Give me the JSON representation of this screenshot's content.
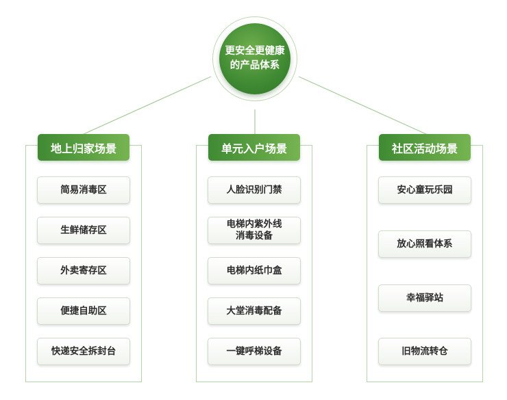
{
  "hub": {
    "line1": "更安全更健康",
    "line2": "的产品体系"
  },
  "columns": [
    {
      "header": "地上归家场景",
      "items": [
        "简易消毒区",
        "生鲜储存区",
        "外卖寄存区",
        "便捷自助区",
        "快递安全拆封台"
      ]
    },
    {
      "header": "单元入户场景",
      "items": [
        "人脸识别门禁",
        "电梯内紫外线\n消毒设备",
        "电梯内纸巾盒",
        "大堂消毒配备",
        "一键呼梯设备"
      ]
    },
    {
      "header": "社区活动场景",
      "items": [
        "安心童玩乐园",
        "放心照看体系",
        "幸福驿站",
        "旧物流转仓"
      ]
    }
  ],
  "colors": {
    "accent": "#3f8a33",
    "accent_light": "#76b451",
    "frame": "#b7d3ad"
  }
}
